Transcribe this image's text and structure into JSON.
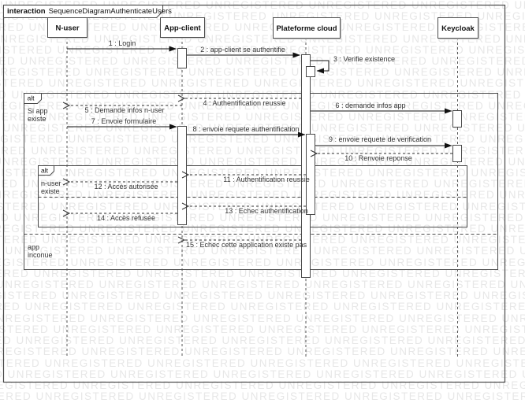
{
  "watermark": {
    "text": "UNREGISTERED",
    "color": "#e7e7e7"
  },
  "title": {
    "keyword": "interaction",
    "name": "SequenceDiagramAuthenticateUsers"
  },
  "lifelines": [
    {
      "name": "N-user"
    },
    {
      "name": "App-client"
    },
    {
      "name": "Plateforme cloud"
    },
    {
      "name": "Keycloak"
    }
  ],
  "fragments": {
    "outer": {
      "operator": "alt",
      "guard1": [
        "Si app",
        "existe"
      ],
      "guard2": [
        "app",
        "inconue"
      ]
    },
    "inner": {
      "operator": "alt",
      "guard1": [
        "n-user",
        "existe"
      ]
    }
  },
  "messages": [
    {
      "label": "1 : Login"
    },
    {
      "label": "2 : app-client se authentifie"
    },
    {
      "label": "3 : Verifie existence"
    },
    {
      "label": "4 : Authentification reussie"
    },
    {
      "label": "5 : Demande infos n-user"
    },
    {
      "label": "6 : demande infos app"
    },
    {
      "label": "7 : Envoie formulaire"
    },
    {
      "label": "8 : envoie requete authentification"
    },
    {
      "label": "9 : envoie requete de verification"
    },
    {
      "label": "10 : Renvoie reponse"
    },
    {
      "label": "11 : Authentification reussie"
    },
    {
      "label": "12 : Accès autorisée"
    },
    {
      "label": "13 : Echec authentification"
    },
    {
      "label": "14 : Accès refusée"
    },
    {
      "label": "15 : Echec cette application existe pas"
    }
  ]
}
